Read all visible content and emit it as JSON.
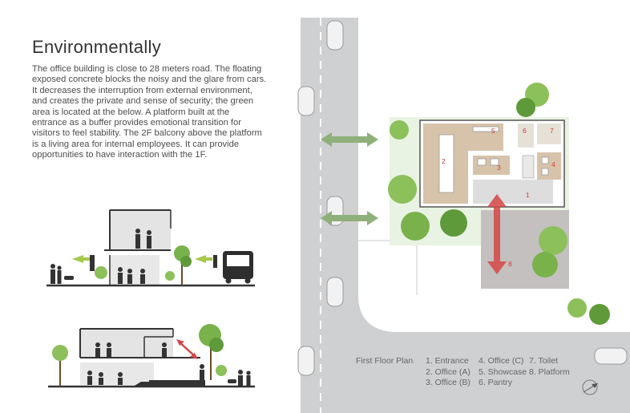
{
  "heading": "Environmentally",
  "description_lines": [
    "The office building is close to 28 meters road. The floating",
    "exposed concrete blocks the noisy and the glare from cars.",
    "It decreases the interruption from external environment,",
    "and creates the private and sense of security; the green",
    "area is located at the below. A platform built at the",
    "entrance as a buffer provides emotional transition for",
    "visitors to feel stability. The 2F balcony above the platform",
    "is a living area for internal employees. It can provide",
    "opportunities to have interaction with the 1F."
  ],
  "plan": {
    "title": "First Floor Plan",
    "legend": {
      "col1": [
        "1. Entrance",
        "2. Office (A)",
        "3. Office (B)"
      ],
      "col2": [
        "4. Office (C)",
        "5. Showcase",
        "6. Pantry"
      ],
      "col3": [
        "7. Toilet",
        "8. Platform"
      ]
    },
    "room_numbers": [
      "1",
      "2",
      "3",
      "4",
      "5",
      "6",
      "7",
      "8"
    ]
  },
  "colors": {
    "road": "#cfd0d1",
    "grass": "#e9f3e3",
    "floor": "#d6c3aa",
    "platform": "#c4c0c0",
    "tree": "#79b24b",
    "arrow_green": "#8fb07a",
    "arrow_red": "#d64545"
  }
}
